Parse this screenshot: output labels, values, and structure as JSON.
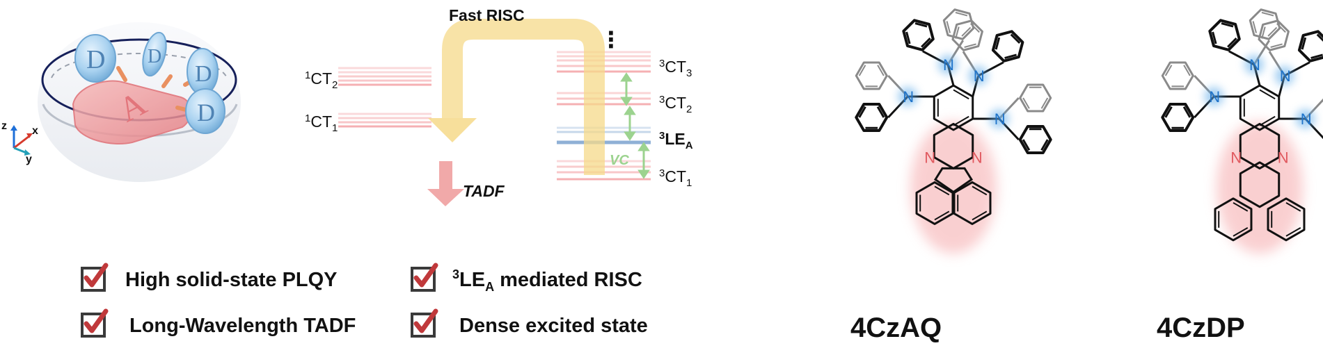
{
  "legend": {
    "axis_z": "z",
    "axis_x": "x",
    "axis_y": "y",
    "donor": "D",
    "acceptor": "A"
  },
  "energy_diagram": {
    "fast_risc": "Fast RISC",
    "tadf": "TADF",
    "vc": "VC",
    "dots": "⋮",
    "levels_left": [
      {
        "sup": "1",
        "base": "CT",
        "sub": "2"
      },
      {
        "sup": "1",
        "base": "CT",
        "sub": "1"
      }
    ],
    "levels_right": [
      {
        "sup": "3",
        "base": "CT",
        "sub": "3"
      },
      {
        "sup": "3",
        "base": "CT",
        "sub": "2"
      },
      {
        "sup": "3",
        "base": "LE",
        "sub": "A"
      },
      {
        "sup": "3",
        "base": "CT",
        "sub": "1"
      }
    ],
    "colors": {
      "ct": "#f4a3a6",
      "le": "#8fb0d6",
      "arrow": "#f6d98a",
      "tadf_arrow": "#ef9a9a",
      "vc": "#9cd38f"
    }
  },
  "checklist": [
    {
      "text": "High solid-state PLQY"
    },
    {
      "sup": "3",
      "base": "LE",
      "sub": "A",
      "text": " mediated RISC"
    },
    {
      "text": "Long-Wavelength TADF"
    },
    {
      "text": "Dense excited state"
    }
  ],
  "molecules": [
    {
      "name": "4CzAQ",
      "acceptor_atom": "N",
      "donor_atom": "N"
    },
    {
      "name": "4CzDP",
      "acceptor_atom": "N",
      "donor_atom": "N"
    }
  ],
  "icon_names": [
    "checkbox-checked-icon",
    "axes-icon",
    "donor-disc-icon",
    "acceptor-plate-icon"
  ]
}
